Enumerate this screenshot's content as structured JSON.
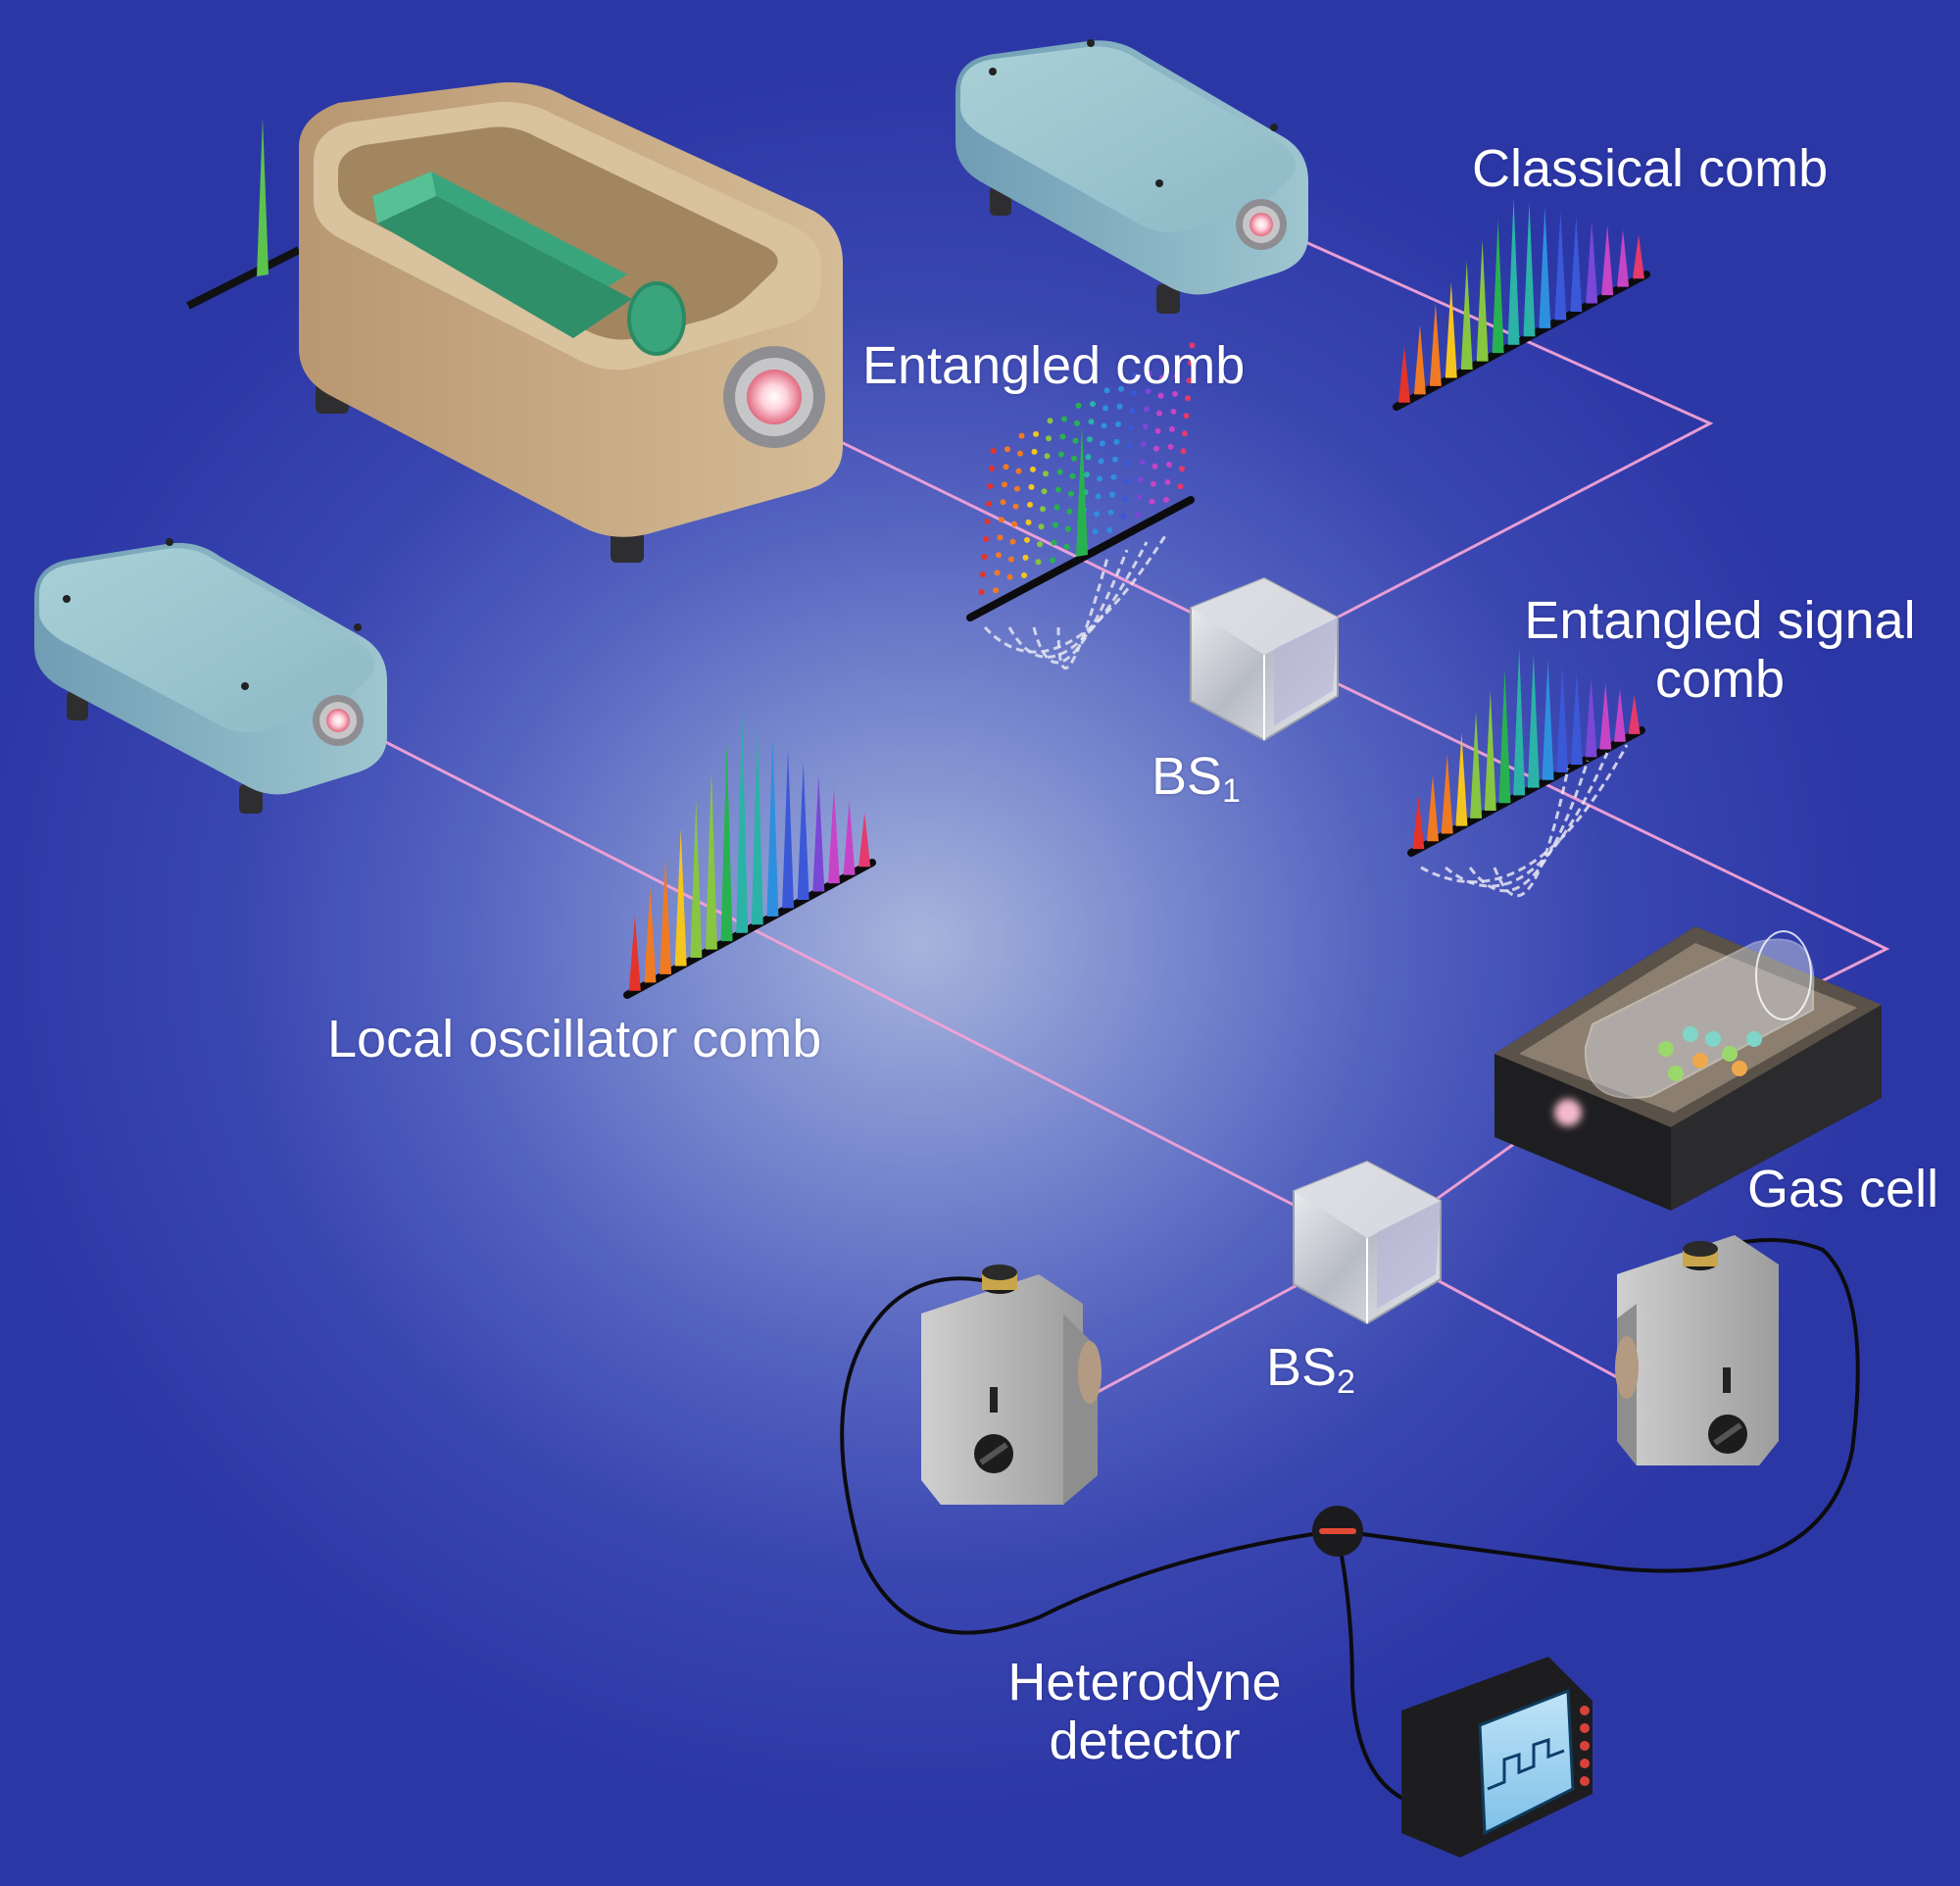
{
  "labels": {
    "classical_comb": "Classical comb",
    "entangled_comb": "Entangled comb",
    "entangled_signal_comb_line1": "Entangled signal",
    "entangled_signal_comb_line2": "comb",
    "local_oscillator_comb": "Local oscillator comb",
    "bs1_main": "BS",
    "bs1_sub": "1",
    "bs2_main": "BS",
    "bs2_sub": "2",
    "gas_cell": "Gas cell",
    "heterodyne_line1": "Heterodyne",
    "heterodyne_line2": "detector"
  },
  "colors": {
    "background_center": "#a7b4dc",
    "background_edge": "#2c37a6",
    "beam": "#f2a2d6",
    "device_body_tan": "#c7a982",
    "laser_body_blue": "#8fbcc8",
    "crystal_green": "#3aa57c",
    "comb_spectrum": [
      "#e5332a",
      "#f07a22",
      "#f4c51e",
      "#86c640",
      "#27b24f",
      "#2ab3a6",
      "#2f8fdf",
      "#3b58d8",
      "#7a47d6",
      "#c645c6",
      "#e53a6b"
    ]
  },
  "icons": [
    "laser-source-icon",
    "pump-oscillator-icon",
    "beam-splitter-icon",
    "gas-cell-icon",
    "photodetector-icon",
    "oscilloscope-icon"
  ]
}
